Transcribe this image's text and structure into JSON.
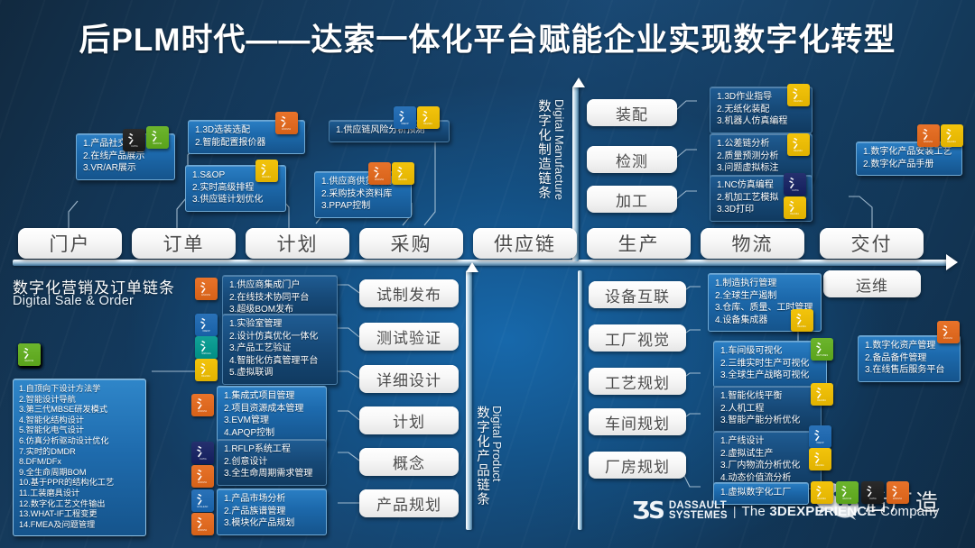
{
  "title": "后PLM时代——达索一体化平台赋能企业实现数字化转型",
  "sections": {
    "sale_cn": "数字化营销及订单链条",
    "sale_en": "Digital Sale & Order",
    "manufacture_cn": "数字化制造链条",
    "manufacture_en": "Digital Manufacture",
    "product_cn": "数字化产品链条",
    "product_en": "Digital Product"
  },
  "main_chain": [
    {
      "label": "门户"
    },
    {
      "label": "订单"
    },
    {
      "label": "计划"
    },
    {
      "label": "采购"
    },
    {
      "label": "供应链"
    },
    {
      "label": "生产"
    },
    {
      "label": "物流"
    },
    {
      "label": "交付"
    }
  ],
  "manufacture_chain": [
    {
      "label": "装配"
    },
    {
      "label": "检测"
    },
    {
      "label": "加工"
    }
  ],
  "product_chain": [
    {
      "label": "试制发布"
    },
    {
      "label": "测试验证"
    },
    {
      "label": "详细设计"
    },
    {
      "label": "计划"
    },
    {
      "label": "概念"
    },
    {
      "label": "产品规划"
    }
  ],
  "factory_chain": [
    {
      "label": "设备互联"
    },
    {
      "label": "工厂视觉"
    },
    {
      "label": "工艺规划"
    },
    {
      "label": "车间规划"
    },
    {
      "label": "厂房规划"
    }
  ],
  "service_chain": [
    {
      "label": "运维"
    }
  ],
  "callouts": {
    "portal": [
      "1.产品社交平台",
      "2.在线产品展示",
      "3.VR/AR展示"
    ],
    "order": [
      "1.3D选装选配",
      "2.智能配置报价器"
    ],
    "plan": [
      "1.S&OP",
      "2.实时高级排程",
      "3.供应链计划优化"
    ],
    "purchase": [
      "1.供应商供货计划",
      "2.采购技术资料库",
      "3.PPAP控制"
    ],
    "supplychain": [
      "1.供应链风险分析预测"
    ],
    "assembly": [
      "1.3D作业指导",
      "2.无纸化装配",
      "3.机器人仿真编程"
    ],
    "inspection": [
      "1.公差链分析",
      "2.质量预测分析",
      "3.问题虚拟标注"
    ],
    "machining": [
      "1.NC仿真编程",
      "2.机加工艺模拟",
      "3.3D打印"
    ],
    "delivery": [
      "1.数字化产品安装工艺",
      "2.数字化产品手册"
    ],
    "trial_release": [
      "1.供应商集成门户",
      "2.在线技术协同平台",
      "3.超级BOM发布"
    ],
    "test_verify": [
      "1.实验室管理",
      "2.设计仿真优化一体化",
      "3.产品工艺验证",
      "4.智能化仿真管理平台",
      "5.虚拟联调"
    ],
    "detail_design": [
      "1.集成式项目管理",
      "2.项目资源成本管理",
      "3.EVM管理",
      "4.APQP控制"
    ],
    "concept": [
      "1.RFLP系统工程",
      "2.创意设计",
      "3.全生命周期需求管理"
    ],
    "product_plan": [
      "1.产品市场分析",
      "2.产品族谱管理",
      "3.模块化产品规划"
    ],
    "mes": [
      "1.制造执行管理",
      "2.全球生产遏制",
      "3.仓库、质量、工时管理",
      "4.设备集成器"
    ],
    "factory_vision": [
      "1.车间级可视化",
      "2.三维实时生产可视化",
      "3.全球生产战略可视化"
    ],
    "process_plan": [
      "1.智能化线平衡",
      "2.人机工程",
      "3.智能产能分析优化"
    ],
    "workshop_plan": [
      "1.产线设计",
      "2.虚拟试生产",
      "3.厂内物流分析优化",
      "4.动态价值流分析"
    ],
    "plant_plan": [
      "1.虚拟数字化工厂"
    ],
    "ops": [
      "1.数字化资产管理",
      "2.备品备件管理",
      "3.在线售后服务平台"
    ]
  },
  "main_list": [
    "1.自顶向下设计方法学",
    "2.智能设计导航",
    "3.第三代MBSE研发模式",
    "4.智能化结构设计",
    "5.智能化电气设计",
    "6.仿真分析驱动设计优化",
    "7.实时的DMDR",
    "8.DFM/DFx",
    "9.全生命周期BOM",
    "10.基于PPR的结构化工艺",
    "11.工装磨具设计",
    "12.数字化工艺文件输出",
    "13.WHAT-IF工程变更",
    "14.FMEA及问题管理"
  ],
  "palette_icons": [
    {
      "name": "catia-3dexperience-icon",
      "color": "#d9392f",
      "caption": "3DEXPERIENCE"
    },
    {
      "name": "enovia-icon",
      "color": "#25306e",
      "caption": "CATIA"
    },
    {
      "name": "simulia-icon",
      "color": "#12a197",
      "caption": "SIMULIA"
    },
    {
      "name": "enovia-orange-icon",
      "color": "#e8732a",
      "caption": "ENOVIA"
    },
    {
      "name": "delmia-icon",
      "color": "#f3c40c",
      "caption": "DELMIA"
    },
    {
      "name": "geovia-icon",
      "color": "#6cb52d",
      "caption": "GEOVIA"
    }
  ],
  "brand": {
    "logo": "ƷS",
    "name_line1": "DASSAULT",
    "name_line2": "SYSTEMES",
    "tagline_pre": "The ",
    "tagline_bold": "3DEXPERIENCE",
    "tagline_post": " Company",
    "separator": "|"
  },
  "watermark": {
    "icon": "wechat-icon",
    "text": "后厂造"
  },
  "colors": {
    "background_dark": "#11293f",
    "background_light": "#1b6fae",
    "chain_box": "#f7f7f7",
    "callout_blue": "#1d6aad",
    "accent_orange": "#e8732a",
    "accent_yellow": "#f3c40c",
    "accent_green": "#6cb52d",
    "accent_teal": "#12a197",
    "accent_red": "#d9392f",
    "accent_navy": "#25306e",
    "accent_black": "#2b2b2b"
  }
}
